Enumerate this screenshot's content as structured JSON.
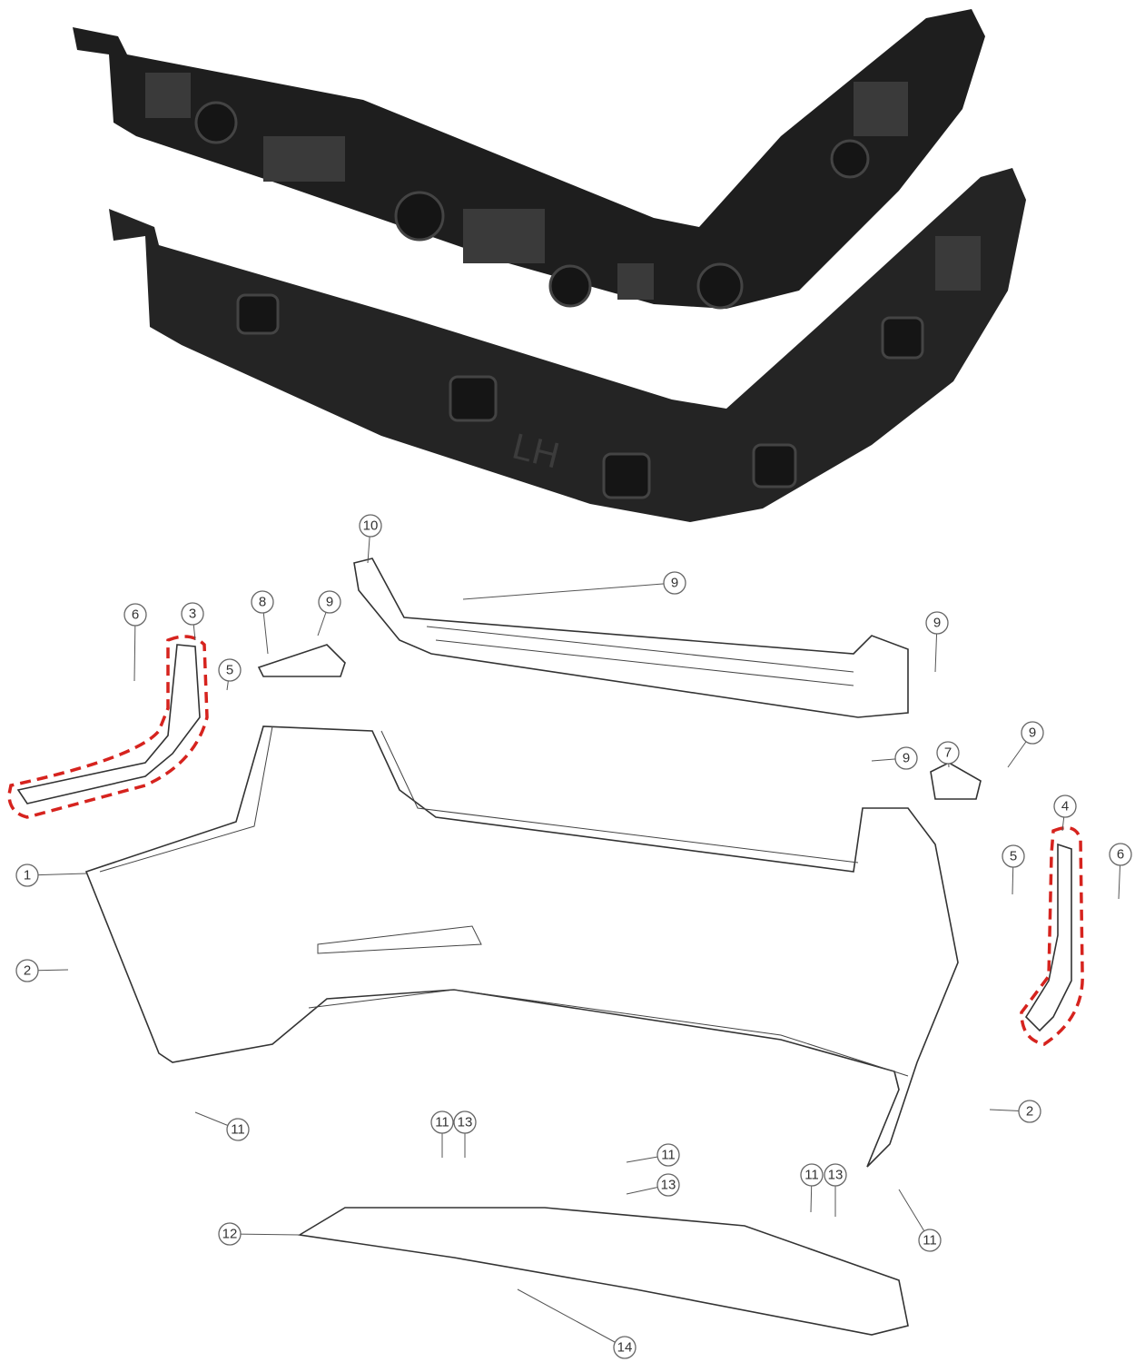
{
  "photo": {
    "embossed_text": "LH",
    "bracket_color": "#1e1e1e"
  },
  "diagram": {
    "highlight_color": "#d6231e",
    "callouts": [
      "10",
      "9",
      "9",
      "6",
      "3",
      "8",
      "9",
      "5",
      "7",
      "9",
      "9",
      "4",
      "5",
      "6",
      "1",
      "2",
      "11",
      "2",
      "11",
      "13",
      "11",
      "13",
      "11",
      "13",
      "11",
      "12",
      "14"
    ]
  }
}
